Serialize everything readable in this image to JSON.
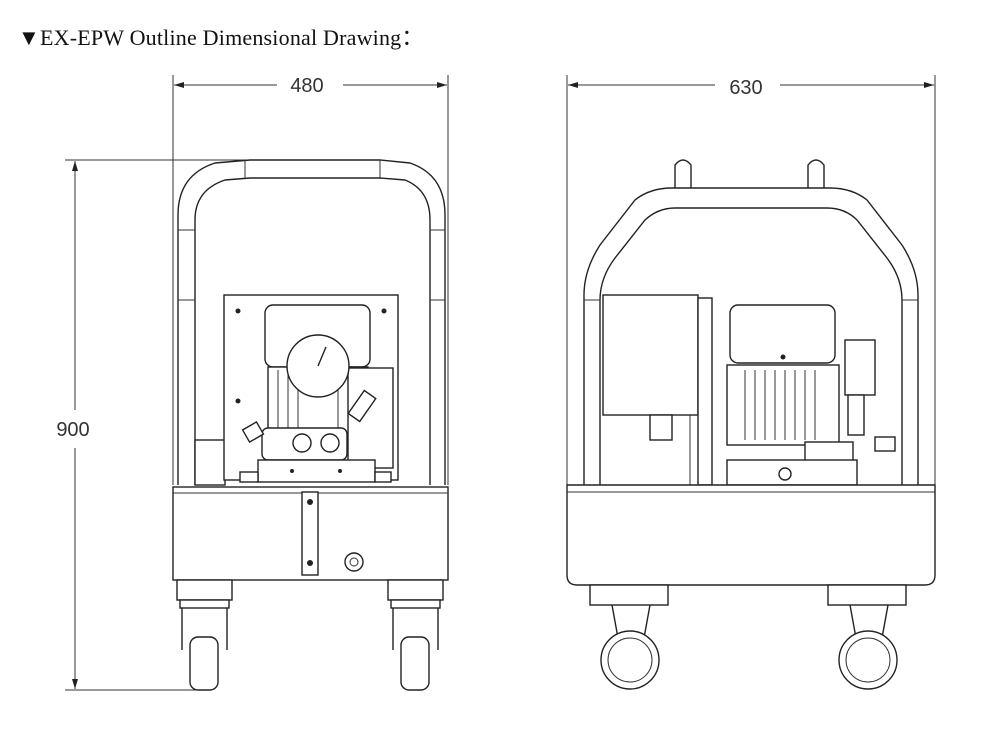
{
  "title": {
    "marker": "▼",
    "text": "EX-EPW Outline Dimensional Drawing："
  },
  "front_view": {
    "width_label": "480",
    "height_label": "900"
  },
  "side_view": {
    "width_label": "630"
  }
}
